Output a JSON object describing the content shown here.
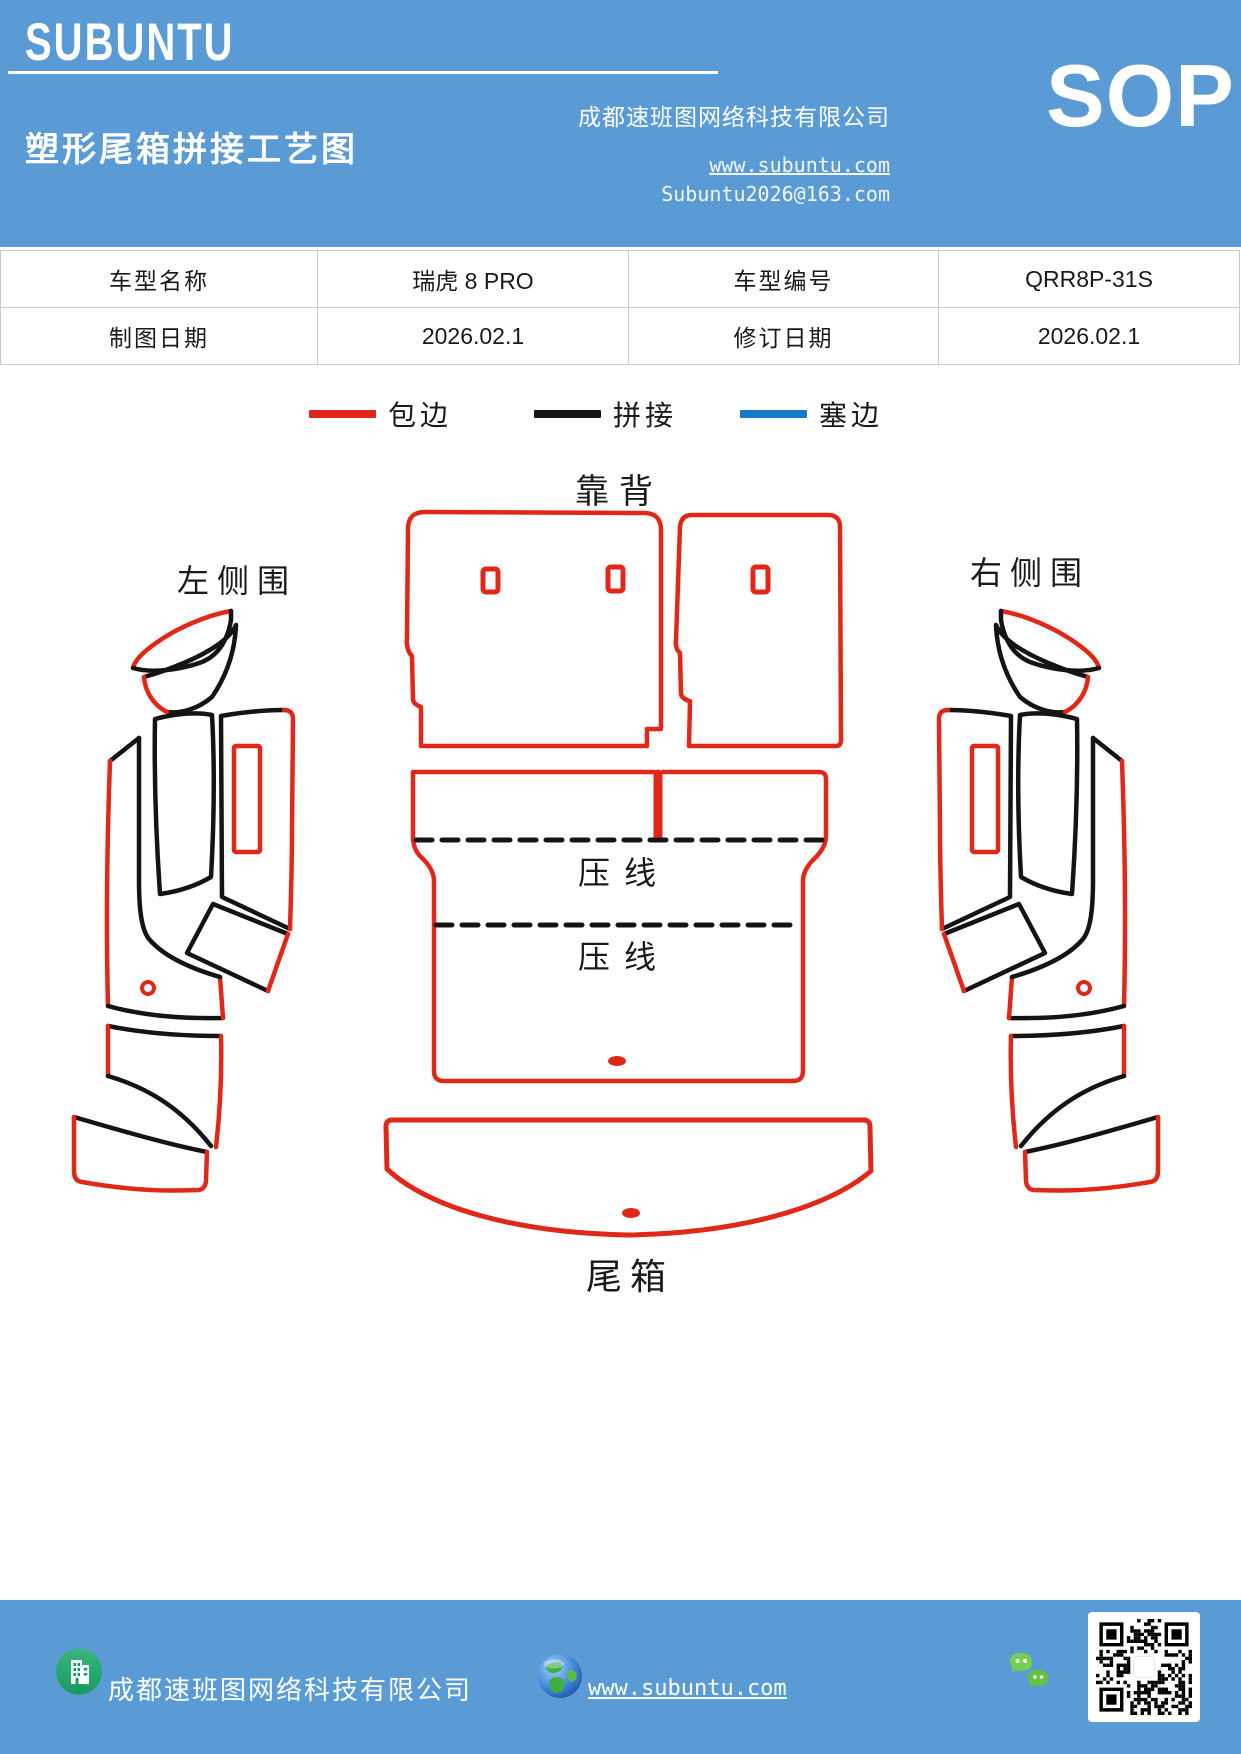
{
  "header": {
    "logo": "SUBUNTU",
    "title": "塑形尾箱拼接工艺图",
    "company": "成都速班图网络科技有限公司",
    "website": "www.subuntu.com",
    "email": "Subuntu2026@163.com",
    "sop_label": "SOP"
  },
  "table": {
    "rows": [
      [
        "车型名称",
        "瑞虎 8 PRO",
        "车型编号",
        "QRR8P-31S"
      ],
      [
        "制图日期",
        "2026.02.1",
        "修订日期",
        "2026.02.1"
      ]
    ]
  },
  "legend": {
    "items": [
      {
        "label": "包边",
        "color": "#e02718"
      },
      {
        "label": "拼接",
        "color": "#141414"
      },
      {
        "label": "塞边",
        "color": "#1778c8"
      }
    ]
  },
  "diagram": {
    "backrest_label": "靠背",
    "left_side_label": "左侧围",
    "right_side_label": "右侧围",
    "crease_label_1": "压线",
    "crease_label_2": "压线",
    "trunk_label": "尾箱"
  },
  "footer": {
    "company": "成都速班图网络科技有限公司",
    "website": "www.subuntu.com"
  },
  "colors": {
    "band_blue": "#5b9bd5",
    "edge_red": "#e02718",
    "splice_black": "#141414",
    "tuck_blue": "#1778c8"
  },
  "icons": [
    "building-icon",
    "globe-icon",
    "wechat-icon",
    "qr-code"
  ]
}
